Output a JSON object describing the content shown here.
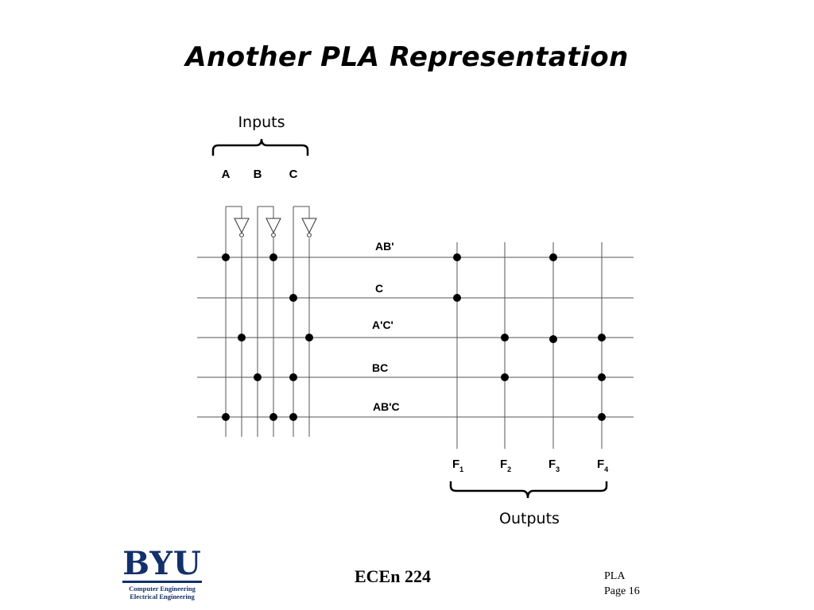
{
  "slide": {
    "title": "Another PLA Representation"
  },
  "diagram": {
    "inputs_label": "Inputs",
    "outputs_label": "Outputs",
    "inputs": [
      "A",
      "B",
      "C"
    ],
    "terms": [
      "AB'",
      "C",
      "A'C'",
      "BC",
      "AB'C"
    ],
    "outputs": [
      {
        "letter": "F",
        "sub": "1"
      },
      {
        "letter": "F",
        "sub": "2"
      },
      {
        "letter": "F",
        "sub": "3"
      },
      {
        "letter": "F",
        "sub": "4"
      }
    ]
  },
  "footer": {
    "logo_text": "BYU",
    "logo_line1": "Computer Engineering",
    "logo_line2": "Electrical Engineering",
    "course": "ECEn 224",
    "topic": "PLA",
    "page": "Page 16"
  }
}
